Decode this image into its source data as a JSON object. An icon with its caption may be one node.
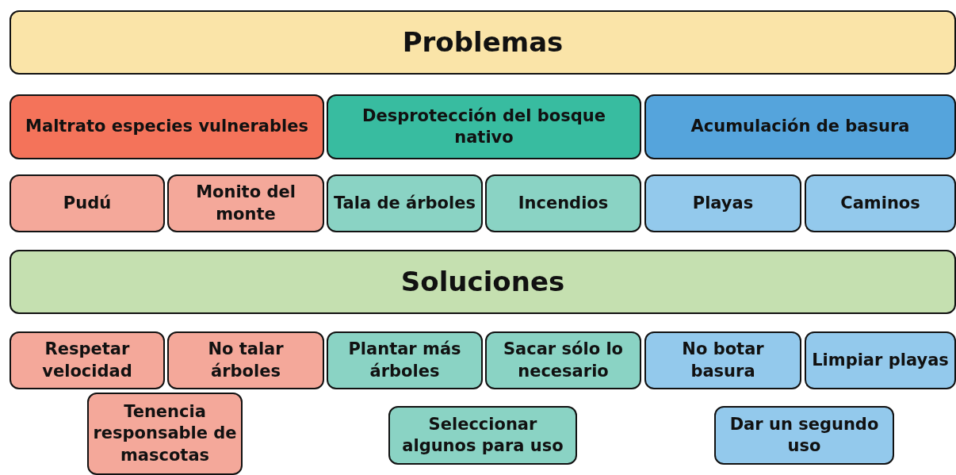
{
  "diagram": {
    "nodes": [
      {
        "text": [
          "Problemas"
        ]
      },
      {
        "text": [
          "Maltrato especies vulnerables"
        ]
      },
      {
        "text": [
          "Desprotección del bosque nativo"
        ]
      },
      {
        "text": [
          "Acumulación de basura"
        ]
      },
      {
        "text": [
          "Pudú"
        ]
      },
      {
        "text": [
          "Monito del monte"
        ]
      },
      {
        "text": [
          "Tala de árboles"
        ]
      },
      {
        "text": [
          "Incendios"
        ]
      },
      {
        "text": [
          "Playas"
        ]
      },
      {
        "text": [
          "Caminos"
        ]
      },
      {
        "text": [
          "Soluciones"
        ]
      },
      {
        "text": [
          "Respetar velocidad"
        ]
      },
      {
        "text": [
          "No talar árboles"
        ]
      },
      {
        "text": [
          "Plantar más árboles"
        ]
      },
      {
        "text": [
          "Sacar sólo lo necesario"
        ]
      },
      {
        "text": [
          "No botar basura"
        ]
      },
      {
        "text": [
          "Limpiar playas"
        ]
      },
      {
        "text": [
          "Tenencia responsable de mascotas"
        ]
      },
      {
        "text": [
          "Seleccionar algunos para uso"
        ]
      },
      {
        "text": [
          "Dar un segundo uso"
        ]
      }
    ]
  }
}
